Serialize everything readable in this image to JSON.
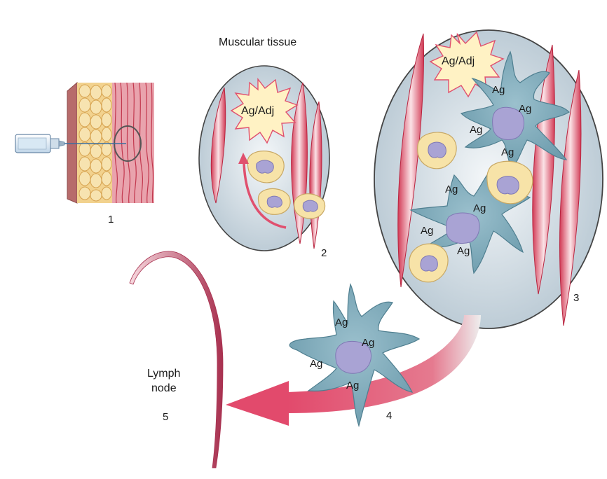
{
  "title": "Muscular tissue",
  "antigen_label": "Ag",
  "antigen_adjuvant_label": "Ag/Adj",
  "lymph_node_label": {
    "line1": "Lymph",
    "line2": "node"
  },
  "steps": [
    "1",
    "2",
    "3",
    "4",
    "5"
  ],
  "colors": {
    "skin": "#c97c7c",
    "fat": "#f2cf86",
    "muscle": "#d64a5e",
    "tissue_bg": "#c9d6df",
    "dendritic_cell": "#7fa9b8",
    "macrophage": "#f7e3a8",
    "nucleus": "#a9a3d4",
    "arrow": "#e0506e",
    "burst": "#fff0c0"
  }
}
